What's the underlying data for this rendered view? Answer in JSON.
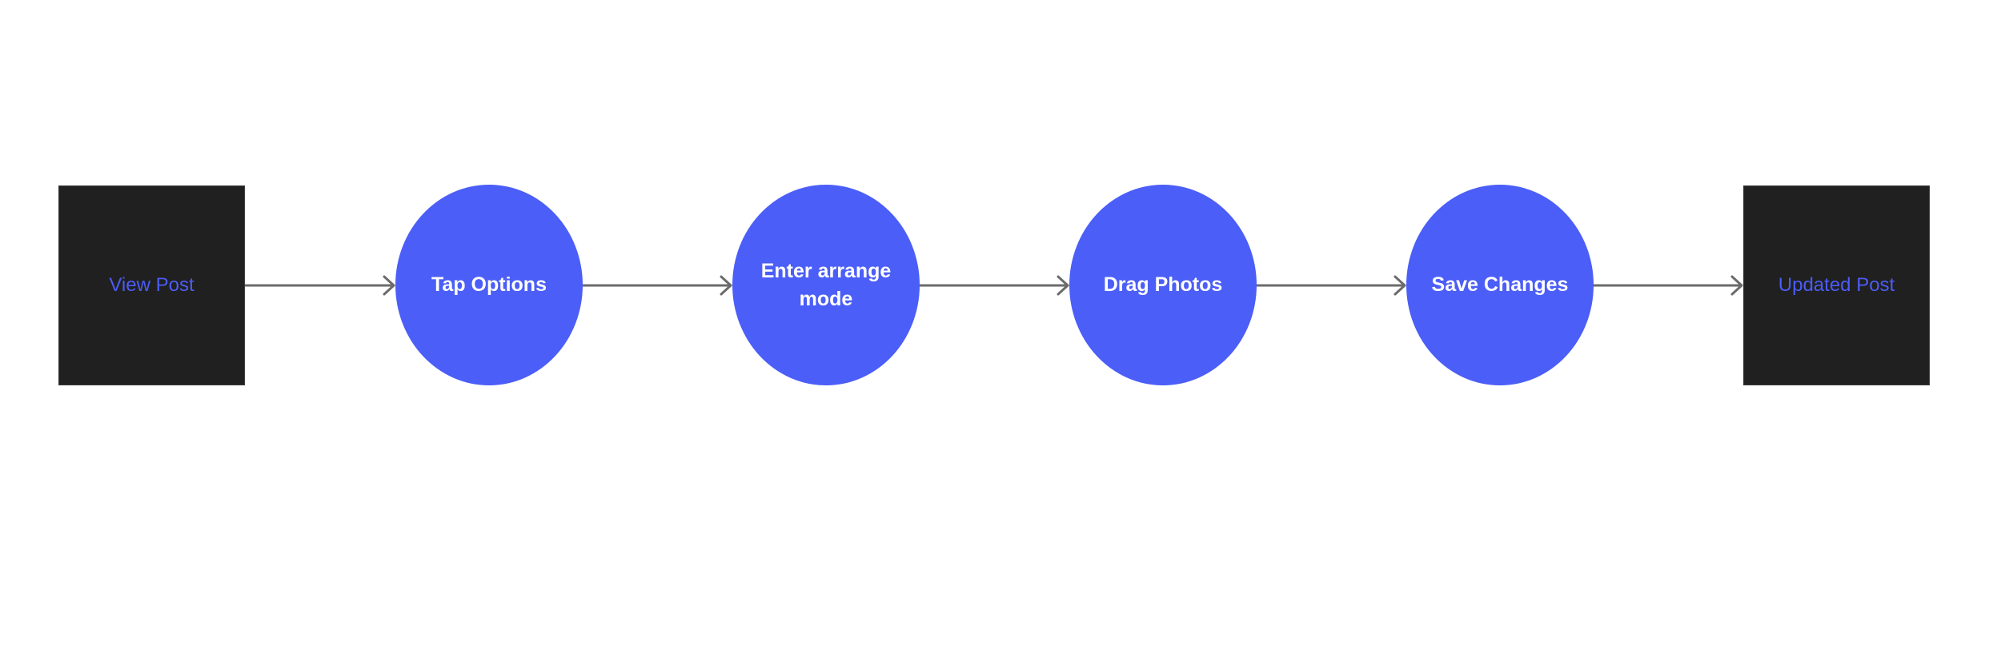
{
  "colors": {
    "background": "#ffffff",
    "box_fill": "#202020",
    "box_text": "#4b5cf6",
    "circle_fill": "#4b5ef7",
    "circle_text": "#ffffff",
    "connector": "#6b6b6b"
  },
  "flow": {
    "nodes": [
      {
        "label": "View Post",
        "shape": "rectangle"
      },
      {
        "label": "Tap Options",
        "shape": "ellipse"
      },
      {
        "label": "Enter arrange mode",
        "shape": "ellipse"
      },
      {
        "label": "Drag Photos",
        "shape": "ellipse"
      },
      {
        "label": "Save Changes",
        "shape": "ellipse"
      },
      {
        "label": "Updated Post",
        "shape": "rectangle"
      }
    ],
    "edges": [
      {
        "from": "View Post",
        "to": "Tap Options"
      },
      {
        "from": "Tap Options",
        "to": "Enter arrange mode"
      },
      {
        "from": "Enter arrange mode",
        "to": "Drag Photos"
      },
      {
        "from": "Drag Photos",
        "to": "Save Changes"
      },
      {
        "from": "Save Changes",
        "to": "Updated Post"
      }
    ]
  }
}
